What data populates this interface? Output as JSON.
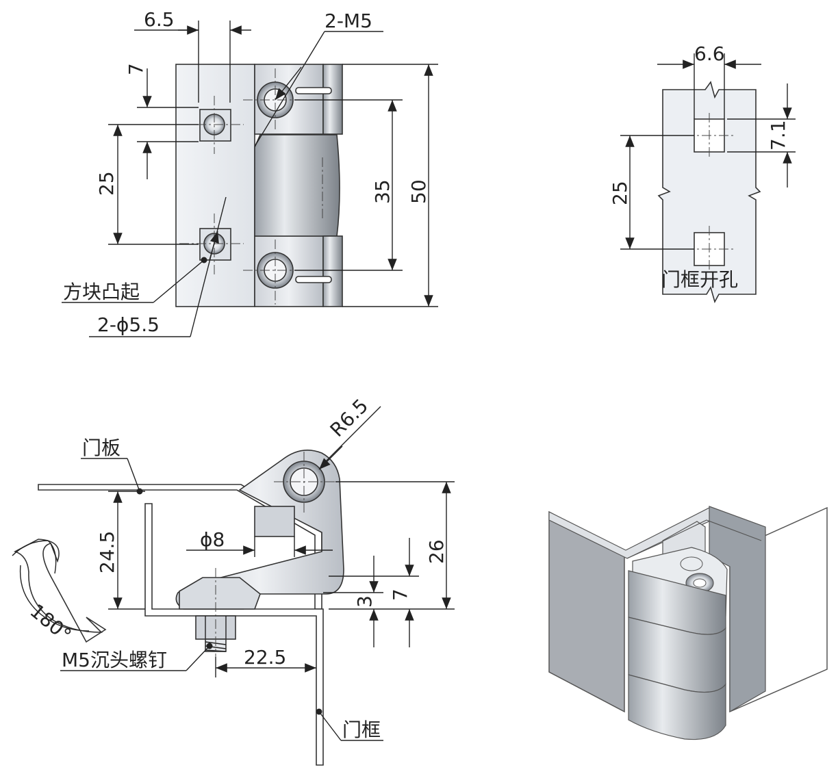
{
  "front_view": {
    "dim_hole_spacing_x": "6.5",
    "dim_top_offset": "7",
    "dim_hole_pitch_left": "25",
    "dim_hole_pitch_right": "35",
    "dim_total_height": "50",
    "callout_thread": "2-M5",
    "callout_boss": "方块凸起",
    "callout_hole": "2-ϕ5.5"
  },
  "cutout_view": {
    "dim_width": "6.6",
    "dim_height": "7.1",
    "dim_pitch": "25",
    "label": "门框开孔"
  },
  "side_view": {
    "dim_radius": "R6.5",
    "dim_diameter": "ϕ8",
    "dim_offset": "24.5",
    "dim_height": "26",
    "dim_small_3": "3",
    "dim_small_7": "7",
    "dim_distance": "22.5",
    "rotation_label": "180°",
    "label_door_panel": "门板",
    "label_door_frame": "门框",
    "label_screw": "M5沉头螺钉"
  },
  "colors": {
    "line": "#222222",
    "metal_light": "#eceff3",
    "metal_mid": "#c9cdd3",
    "metal_dark": "#8f949b",
    "panel_grey": "#a9adb3"
  }
}
